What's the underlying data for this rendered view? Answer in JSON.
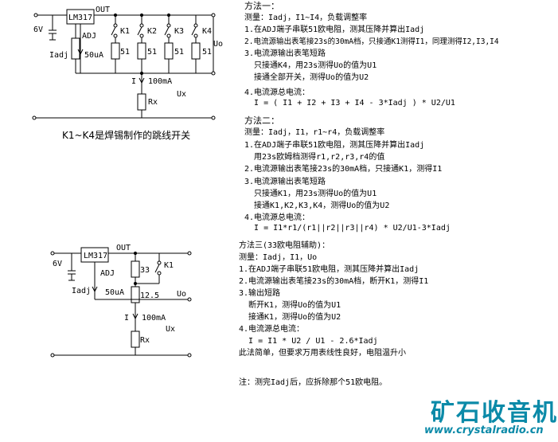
{
  "circuit1": {
    "supply": "6V",
    "regulator": "LM317",
    "out": "OUT",
    "adj": "ADJ",
    "iadj": "Iadj",
    "iadj_value": "50uA",
    "switches": [
      "K1",
      "K2",
      "K3",
      "K4"
    ],
    "resistors": [
      "51",
      "51",
      "51",
      "51"
    ],
    "uo": "Uo",
    "current_label": "I",
    "current_value": "100mA",
    "ux": "Ux",
    "rx": "Rx",
    "note": "K1~K4是焊锡制作的跳线开关"
  },
  "circuit2": {
    "supply": "6V",
    "regulator": "LM317",
    "out": "OUT",
    "adj": "ADJ",
    "iadj": "Iadj",
    "iadj_value": "50uA",
    "r33": "33",
    "r12": "12.5",
    "switch": "K1",
    "uo": "Uo",
    "current_label": "I",
    "current_value": "100mA",
    "ux": "Ux",
    "rx": "Rx"
  },
  "method1": [
    "方法一：",
    "测量：Iadj，I1~I4，负载调整率",
    "1.在ADJ端子串联51欧电阻，测其压降并算出Iadj",
    "2.电流源输出表笔接23s的30mA档，只接通K1测得I1，同理测得I2,I3,I4",
    "3.电流源输出表笔短路",
    "  只接通K4，用23s测得Uo的值为U1",
    "  接通全部开关，测得Uo的值为U2",
    "4.电流源总电流：",
    "  I = ( I1 + I2 + I3 + I4 - 3*Iadj ) * U2/U1"
  ],
  "method2": [
    "方法二：",
    "测量：Iadj，I1，r1~r4，负载调整率",
    "1.在ADJ端子串联51欧电阻，测其压降并算出Iadj",
    "  用23s欧姆档测得r1,r2,r3,r4的值",
    "2.电流源输出表笔接23s的30mA档，只接通K1，测得I1",
    "3.电流源输出表笔短路",
    "  只接通K1，用23s测得Uo的值为U1",
    "  接通K1,K2,K3,K4，测得Uo的值为U2",
    "4.电流源总电流：",
    "  I = I1*r1/(r1||r2||r3||r4) * U2/U1-3*Iadj"
  ],
  "method3": [
    "方法三(33欧电阻辅助)：",
    "测量：Iadj，I1，Uo",
    "1.在ADJ端子串联51欧电阻，测其压降并算出Iadj",
    "2.电流源输出表笔接23s的30mA档，断开K1，测得I1",
    "3.输出短路",
    "  断开K1，测得Uo的值为U1",
    "  接通K1，测得Uo的值为U2",
    "4.电流源总电流：",
    "  I = I1 * U2 / U1 - 2.6*Iadj",
    "此法简单，但要求万用表线性良好，电阻温升小"
  ],
  "note": "注：测完Iadj后，应拆除那个51欧电阻。",
  "logo": {
    "name": "矿石收音机",
    "url": "www.crystalradio.cn",
    "color": "#0b8aa8"
  }
}
